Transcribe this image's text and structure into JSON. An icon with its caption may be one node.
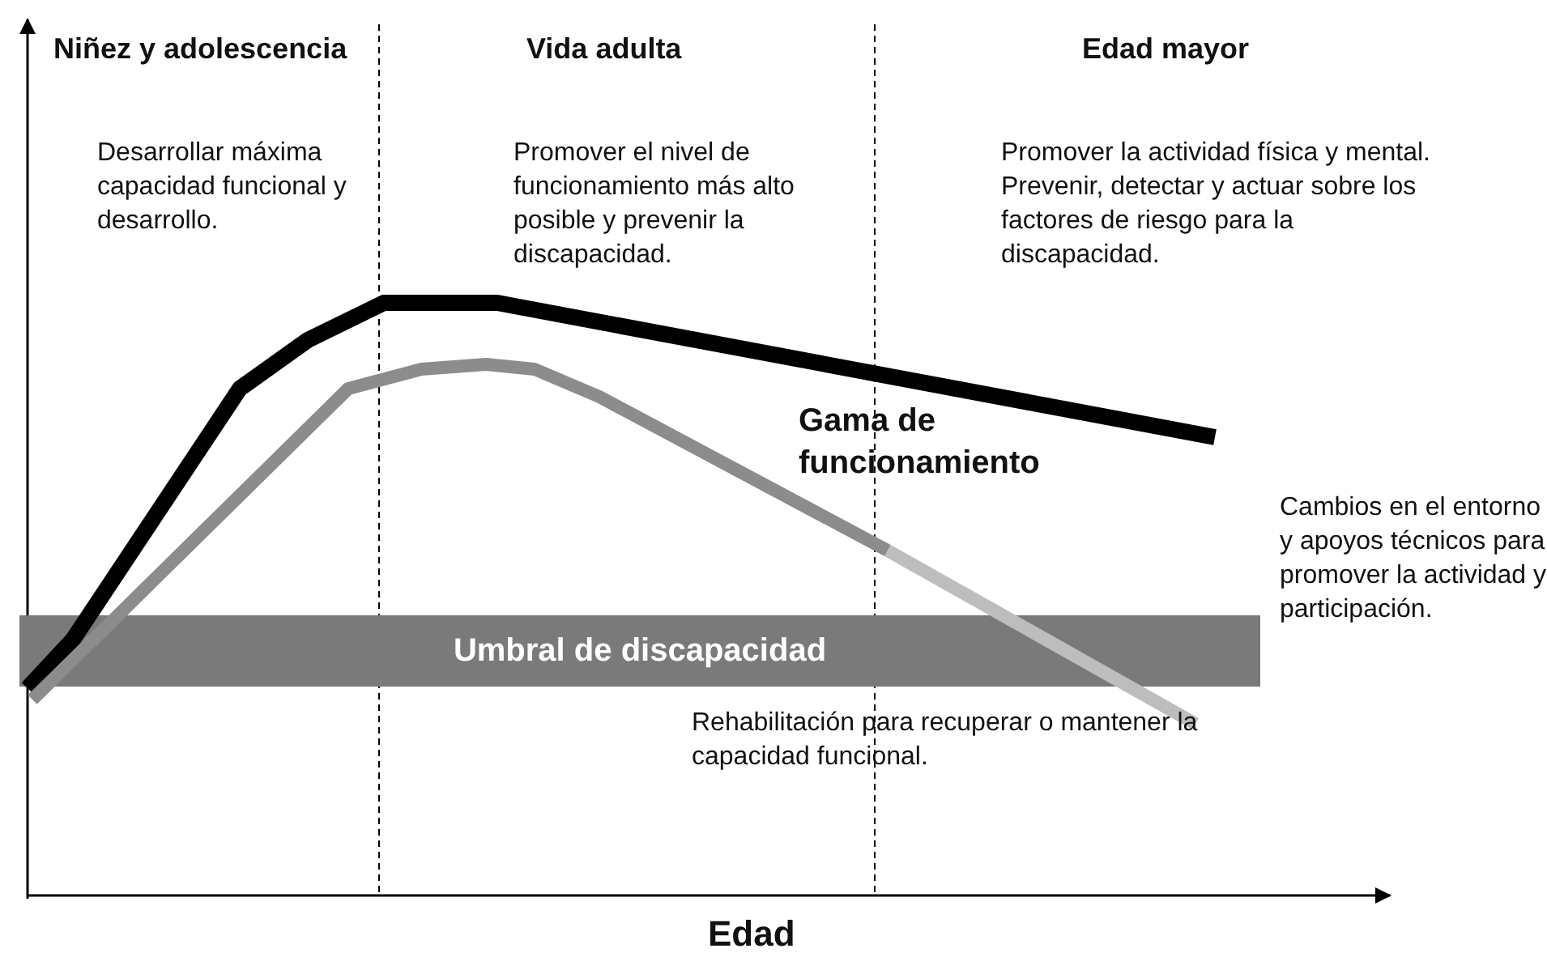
{
  "diagram": {
    "nodes": [
      {
        "text": [
          "Umbral de discapacidad"
        ]
      }
    ],
    "labels": [
      "Niñez y adolescencia",
      "Vida adulta",
      "Edad mayor",
      "Desarrollar máxima capacidad funcional y desarrollo.",
      "Promover el nivel de funcionamiento más alto posible y prevenir la discapacidad.",
      "Promover la actividad física y mental. Prevenir, detectar y actuar sobre los factores de riesgo para la discapacidad.",
      "Gama de funcionamiento",
      "Cambios en el entorno y apoyos técnicos para promover la actividad y participación.",
      "Rehabilitación para recuperar o mantener la capacidad funcional.",
      "Edad"
    ]
  }
}
